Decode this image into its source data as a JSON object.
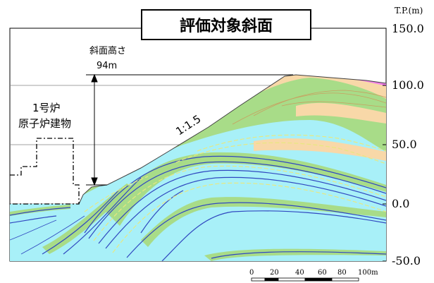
{
  "title": "評価対象斜面",
  "unit_label": "T.P.(m)",
  "elevation_ticks": [
    "150.0",
    "100.0",
    "50.0",
    "0.0",
    "-50.0"
  ],
  "slope_height": {
    "label": "斜面高さ",
    "value": "94m"
  },
  "slope_ratio": "1:1.5",
  "building_label": {
    "line1": "1号炉",
    "line2": "原子炉建物"
  },
  "scale_bar": {
    "ticks": [
      "0",
      "20",
      "40",
      "60",
      "80",
      "100m"
    ]
  },
  "colors": {
    "light_blue": "#a8f0f8",
    "dark_blue": "#3048c0",
    "green": "#a8dc88",
    "tan": "#f8d8a8",
    "pink": "#f080e8",
    "yellow_line": "#e8e880"
  }
}
